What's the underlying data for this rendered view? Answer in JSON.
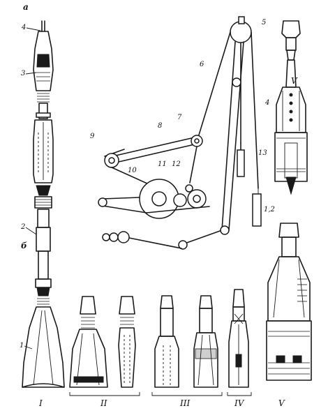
{
  "labels": {
    "part_a": "а",
    "part_b": "б",
    "n1": "1",
    "n2": "2",
    "n3": "3",
    "n4_left": "4",
    "n4_right": "4",
    "n5": "5",
    "n6": "6",
    "n7": "7",
    "n8": "8",
    "n9": "9",
    "n10": "10",
    "n11": "11",
    "n12": "12",
    "n13": "13",
    "n12b": "1,2"
  },
  "roman_labels": {
    "r1": "I",
    "r2": "II",
    "r3": "III",
    "r4": "IV",
    "r5_top": "V",
    "r5_bottom": "V"
  },
  "colors": {
    "ink": "#1a1a1a",
    "paper": "#ffffff"
  }
}
